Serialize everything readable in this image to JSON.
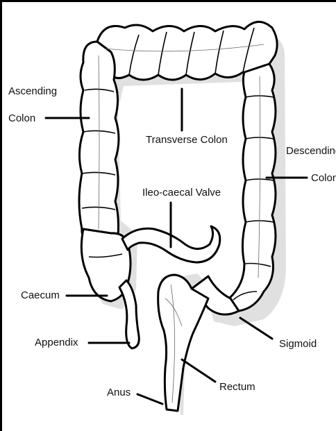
{
  "labels": {
    "ascending_colon_1": "Ascending",
    "ascending_colon_2": "Colon",
    "transverse_colon": "Transverse Colon",
    "descending_colon_1": "Descending",
    "descending_colon_2": "Colon",
    "ileocaecal_valve": "Ileo-caecal Valve",
    "caecum": "Caecum",
    "appendix": "Appendix",
    "sigmoid": "Sigmoid",
    "rectum": "Rectum",
    "anus": "Anus"
  }
}
